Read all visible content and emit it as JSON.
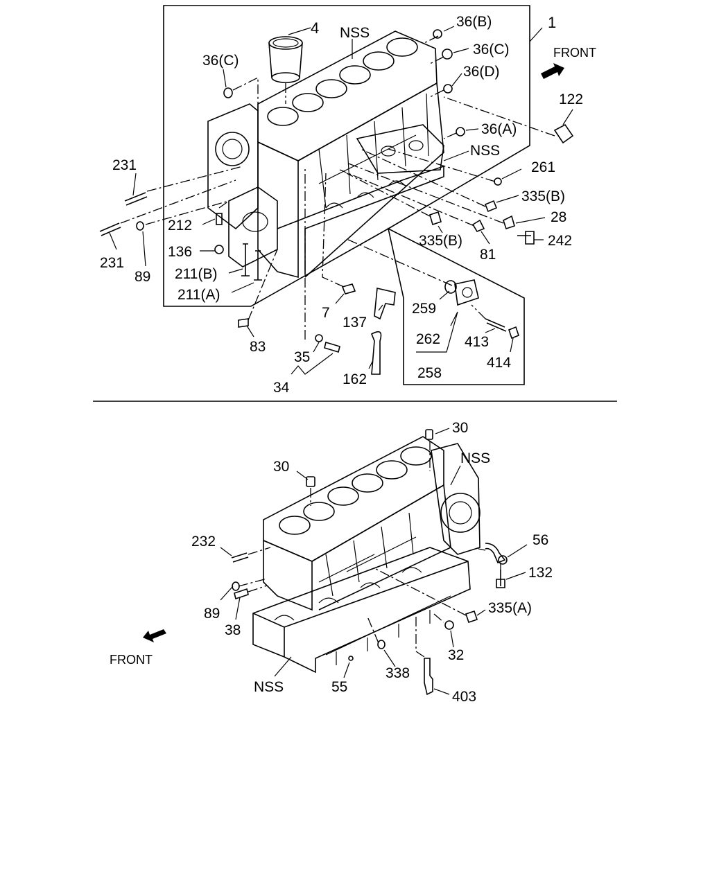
{
  "upper_diagram": {
    "front_label": "FRONT",
    "callouts": {
      "c1": "1",
      "c4": "4",
      "nss_top": "NSS",
      "nss_mid": "NSS",
      "c36b": "36(B)",
      "c36c_right": "36(C)",
      "c36c_left": "36(C)",
      "c36d": "36(D)",
      "c36a": "36(A)",
      "c122": "122",
      "c231_top": "231",
      "c231_bot": "231",
      "c261": "261",
      "c335b_right": "335(B)",
      "c335b_mid": "335(B)",
      "c28": "28",
      "c242": "242",
      "c81": "81",
      "c212": "212",
      "c136": "136",
      "c211b": "211(B)",
      "c211a": "211(A)",
      "c89": "89",
      "c7": "7",
      "c137": "137",
      "c259": "259",
      "c262": "262",
      "c413": "413",
      "c414": "414",
      "c258": "258",
      "c83": "83",
      "c35": "35",
      "c34": "34",
      "c162": "162"
    }
  },
  "lower_diagram": {
    "front_label": "FRONT",
    "callouts": {
      "c30_top": "30",
      "c30_left": "30",
      "nss_top": "NSS",
      "nss_bottom": "NSS",
      "c232": "232",
      "c56": "56",
      "c132": "132",
      "c335a": "335(A)",
      "c89": "89",
      "c38": "38",
      "c32": "32",
      "c338": "338",
      "c55": "55",
      "c403": "403"
    }
  },
  "colors": {
    "ink": "#000000",
    "paper": "#ffffff"
  }
}
